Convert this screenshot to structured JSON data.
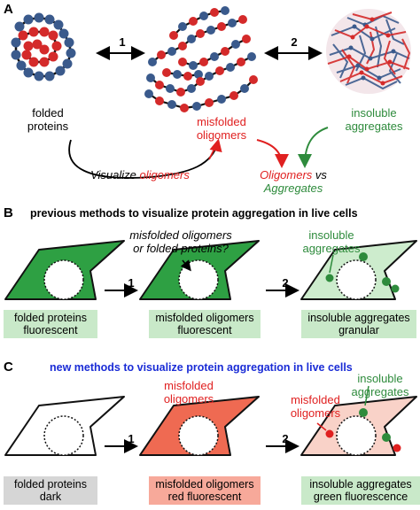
{
  "panel_a": {
    "letter": "A",
    "step1": "1",
    "step2": "2",
    "folded_label": [
      "folded",
      "proteins"
    ],
    "misfolded_label": [
      "misfolded",
      "oligomers"
    ],
    "insoluble_label": [
      "insoluble",
      "aggregates"
    ],
    "visualize_prefix": "Visualize ",
    "visualize_word": "oligomers",
    "vs_oligomers": "Oligomers",
    "vs_word": " vs",
    "vs_aggregates": "Aggregates"
  },
  "panel_b": {
    "letter": "B",
    "title": "previous methods to visualize protein aggregation in live cells",
    "question": [
      "misfolded oligomers",
      "or folded proteins?"
    ],
    "insoluble_label": [
      "insoluble",
      "aggregates"
    ],
    "step1": "1",
    "step2": "2",
    "box1": [
      "folded proteins",
      "fluorescent"
    ],
    "box2": [
      "misfolded oligomers",
      "fluorescent"
    ],
    "box3": [
      "insoluble aggregates",
      "granular"
    ]
  },
  "panel_c": {
    "letter": "C",
    "title": "new methods to visualize protein aggregation in live cells",
    "misfolded_label": [
      "misfolded",
      "oligomers"
    ],
    "misfolded_label2": [
      "misfolded",
      "oligomers"
    ],
    "insoluble_label": [
      "insoluble",
      "aggregates"
    ],
    "step1": "1",
    "step2": "2",
    "box1": [
      "folded proteins",
      "dark"
    ],
    "box2": [
      "misfolded oligomers",
      "red fluorescent"
    ],
    "box3": [
      "insoluble aggregates",
      "green fluorescence"
    ]
  },
  "colors": {
    "red": "#e02020",
    "green": "#2e8b3c",
    "blue": "#1a2cd6",
    "cell_green": "#2ea043",
    "cell_light_green": "#cdeccd",
    "cell_red": "#ef6a52",
    "cell_pink": "#f9d2c8",
    "protein_blue": "#3a5a8c",
    "protein_red": "#d42a2a"
  }
}
